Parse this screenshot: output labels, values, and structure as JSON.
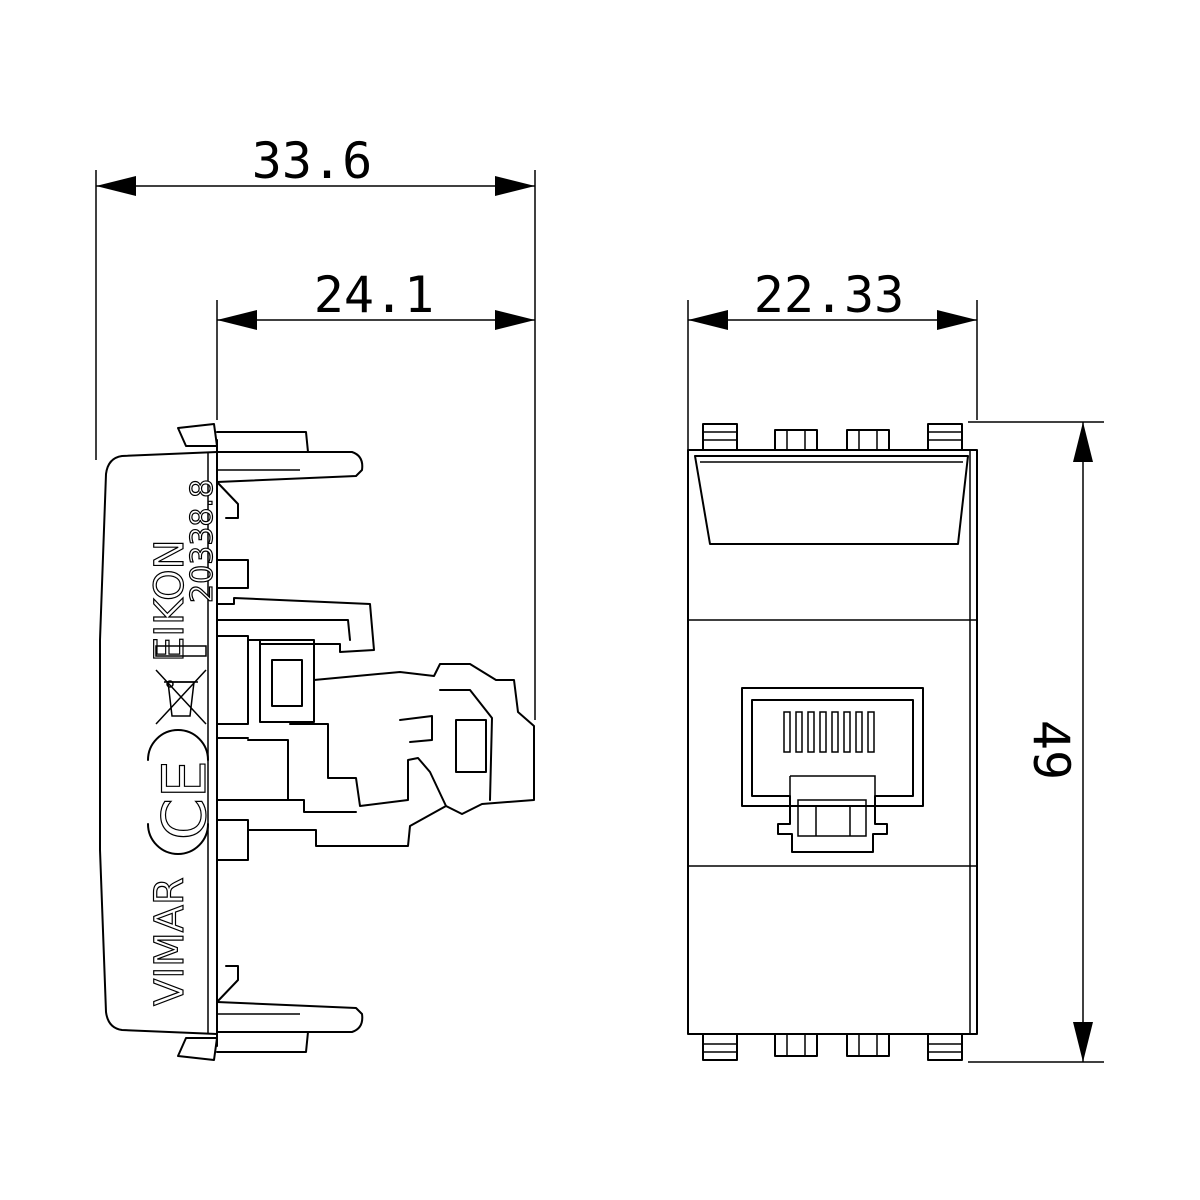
{
  "dimensions": {
    "overall_depth": "33.6",
    "body_depth": "24.1",
    "width": "22.33",
    "height": "49"
  },
  "side_markings": {
    "brand": "VIMAR",
    "series": "EIKON",
    "code": "20338.8",
    "ce_mark": "CE"
  },
  "colors": {
    "line": "#000000",
    "background": "#ffffff"
  }
}
